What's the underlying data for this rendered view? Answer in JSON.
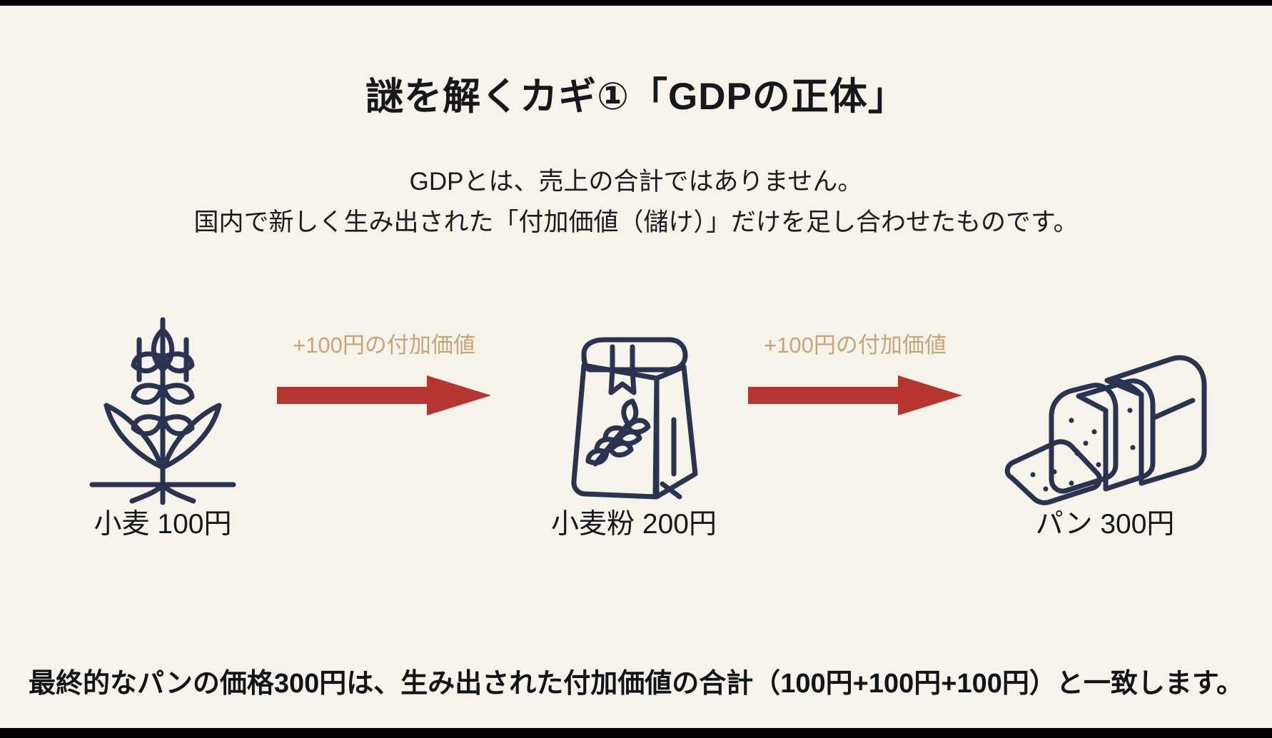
{
  "slide": {
    "background_color": "#f6f3ea",
    "title": "謎を解くカギ①「GDPの正体」",
    "subtitle_lines": [
      "GDPとは、売上の合計ではありません。",
      "国内で新しく生み出された「付加価値（儲け）」だけを足し合わせたものです。"
    ],
    "conclusion": "最終的なパンの価格300円は、生み出された付加価値の合計（100円+100円+100円）と一致します。"
  },
  "colors": {
    "icon_navy": "#2a3350",
    "arrow_red": "#b5352f",
    "caption_tan": "#c9a476",
    "text_black": "#15171b",
    "background_cream": "#f6f3ea"
  },
  "flow": {
    "nodes": [
      {
        "id": "wheat",
        "icon": "wheat-plant-icon",
        "label": "小麦 100円",
        "price": 100,
        "unit": "円"
      },
      {
        "id": "flour",
        "icon": "flour-bag-icon",
        "label": "小麦粉 200円",
        "price": 200,
        "unit": "円"
      },
      {
        "id": "bread",
        "icon": "bread-loaf-icon",
        "label": "パン 300円",
        "price": 300,
        "unit": "円"
      }
    ],
    "arrows": [
      {
        "id": "arrow-1",
        "caption": "+100円の付加価値",
        "value_added": 100
      },
      {
        "id": "arrow-2",
        "caption": "+100円の付加価値",
        "value_added": 100
      }
    ]
  }
}
